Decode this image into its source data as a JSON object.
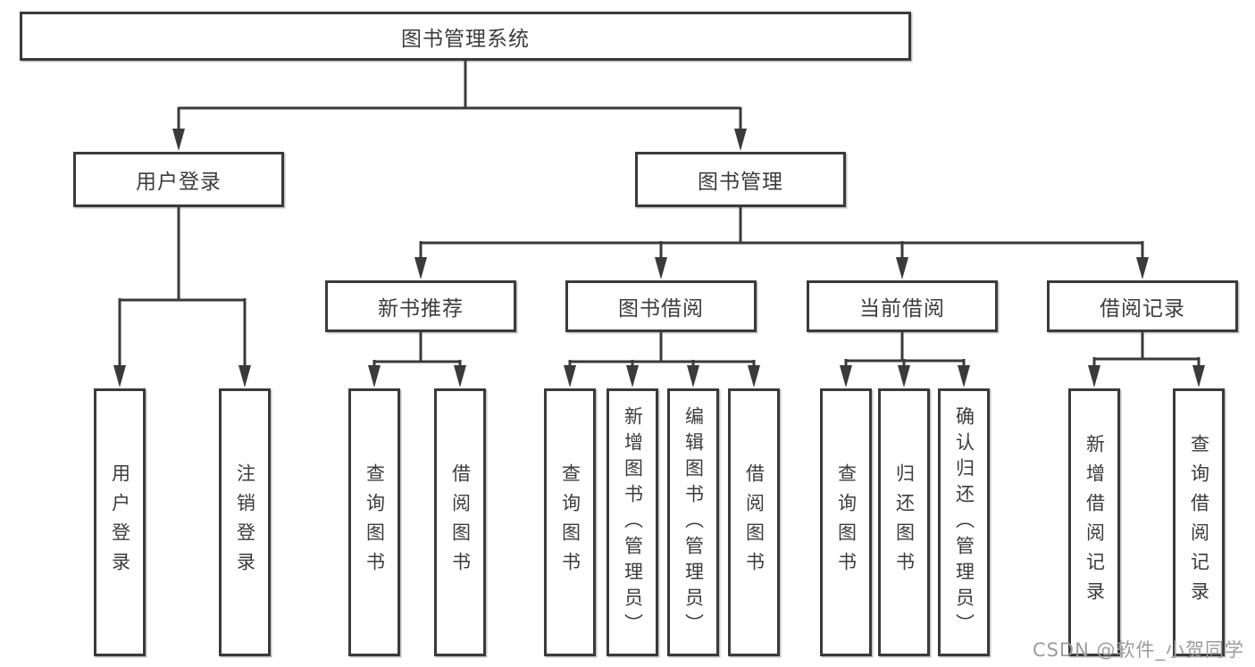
{
  "tree": {
    "label": "图书管理系统",
    "children": [
      {
        "label": "用户登录",
        "children": [
          {
            "label": "用户登录"
          },
          {
            "label": "注销登录"
          }
        ]
      },
      {
        "label": "图书管理",
        "children": [
          {
            "label": "新书推荐",
            "children": [
              {
                "label": "查询图书"
              },
              {
                "label": "借阅图书"
              }
            ]
          },
          {
            "label": "图书借阅",
            "children": [
              {
                "label": "查询图书"
              },
              {
                "label": "新增图书（管理员）"
              },
              {
                "label": "编辑图书（管理员）"
              },
              {
                "label": "借阅图书"
              }
            ]
          },
          {
            "label": "当前借阅",
            "children": [
              {
                "label": "查询图书"
              },
              {
                "label": "归还图书"
              },
              {
                "label": "确认归还（管理员）"
              }
            ]
          },
          {
            "label": "借阅记录",
            "children": [
              {
                "label": "新增借阅记录"
              },
              {
                "label": "查询借阅记录"
              }
            ]
          }
        ]
      }
    ]
  },
  "watermark": {
    "text": "CSDN @软件_小贺同学"
  },
  "colors": {
    "line": "#3a3a3a",
    "box_border": "#3a3a3a",
    "text": "#3c3c3c",
    "watermark": "#9c9c9c",
    "background": "#ffffff"
  }
}
